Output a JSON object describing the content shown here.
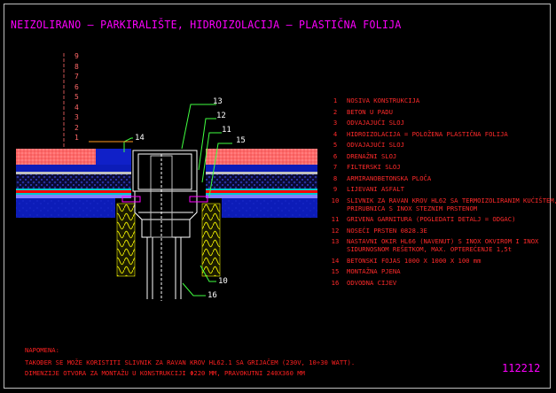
{
  "title": "NEIZOLIRANO – PARKIRALIŠTE, HIDROIZOLACIJA – PLASTIČNA FOLIJA",
  "layer_scale": [
    "9",
    "8",
    "7",
    "6",
    "5",
    "4",
    "3",
    "2",
    "1"
  ],
  "callouts": {
    "c13": "13",
    "c12": "12",
    "c11": "11",
    "c15": "15",
    "c14": "14",
    "c10": "10",
    "c16": "16"
  },
  "legend": [
    {
      "num": "1",
      "lines": [
        "NOSIVA KONSTRUKCIJA"
      ]
    },
    {
      "num": "2",
      "lines": [
        "BETON U PADU"
      ]
    },
    {
      "num": "3",
      "lines": [
        "ODVAJAJUĆI SLOJ"
      ]
    },
    {
      "num": "4",
      "lines": [
        "HIDROIZOLACIJA = POLOŽENA PLASTIČNA FOLIJA"
      ]
    },
    {
      "num": "5",
      "lines": [
        "ODVAJAJUĆI SLOJ"
      ]
    },
    {
      "num": "6",
      "lines": [
        "DRENAŽNI SLOJ"
      ]
    },
    {
      "num": "7",
      "lines": [
        "FILTERSKI SLOJ"
      ]
    },
    {
      "num": "8",
      "lines": [
        "ARMIRANOBETONSKA PLOČA"
      ]
    },
    {
      "num": "9",
      "lines": [
        "LIJEVANI ASFALT"
      ]
    },
    {
      "num": "10",
      "lines": [
        "SLIVNIK ZA RAVAN KROV HL62 SA TERMOIZOLIRANIM KUĆIŠTEM,",
        "PRIRUBNICA S INOX STEZNIM PRSTENOM"
      ]
    },
    {
      "num": "11",
      "lines": [
        "GRIVENA GARNITURA (POGLEDATI DETALJ = ODGAC)"
      ]
    },
    {
      "num": "12",
      "lines": [
        "NOSEĆI PRSTEN 0828.3E"
      ]
    },
    {
      "num": "13",
      "lines": [
        "NASTAVNI OKIR HL66 (NAVENUT) S INOX OKVIROM I INOX",
        "SIDURNOSNOM REŠETKOM, MAX. OPTEREĆENJE 1,5t"
      ]
    },
    {
      "num": "14",
      "lines": [
        "BETONSKI FOJAS 1000 X 1000 X 100 mm"
      ]
    },
    {
      "num": "15",
      "lines": [
        "MONTAŽNA PJENA"
      ]
    },
    {
      "num": "16",
      "lines": [
        "ODVODNA CIJEV"
      ]
    }
  ],
  "notes": {
    "heading": "NAPOMENA:",
    "line1": "TAKOĐER SE MOŽE KORISTITI SLIVNIK ZA RAVAN KROV HL62.1 SA GRIJAČEM (230V, 10÷30 WATT).",
    "line2": "DIMENZIJE OTVORA ZA MONTAŽU U KONSTRUKCIJI Φ220 MM, PRAVOKUTNI 240X360 MM"
  },
  "drawing_code": "112212",
  "colors": {
    "title": "#ff00ff",
    "legend_text": "#ff2a2a",
    "asphalt_pink": "#ff6868",
    "membrane_red": "#ff0000",
    "concrete_blue": "#1020c8",
    "drainage_cyan": "#00c8c8",
    "insulation_yellow": "#e8e800",
    "pipe_white": "#ffffff",
    "leader_green": "#40ff40",
    "leader_orange": "#ff9a20",
    "frame_grey": "#bfbfbf"
  }
}
